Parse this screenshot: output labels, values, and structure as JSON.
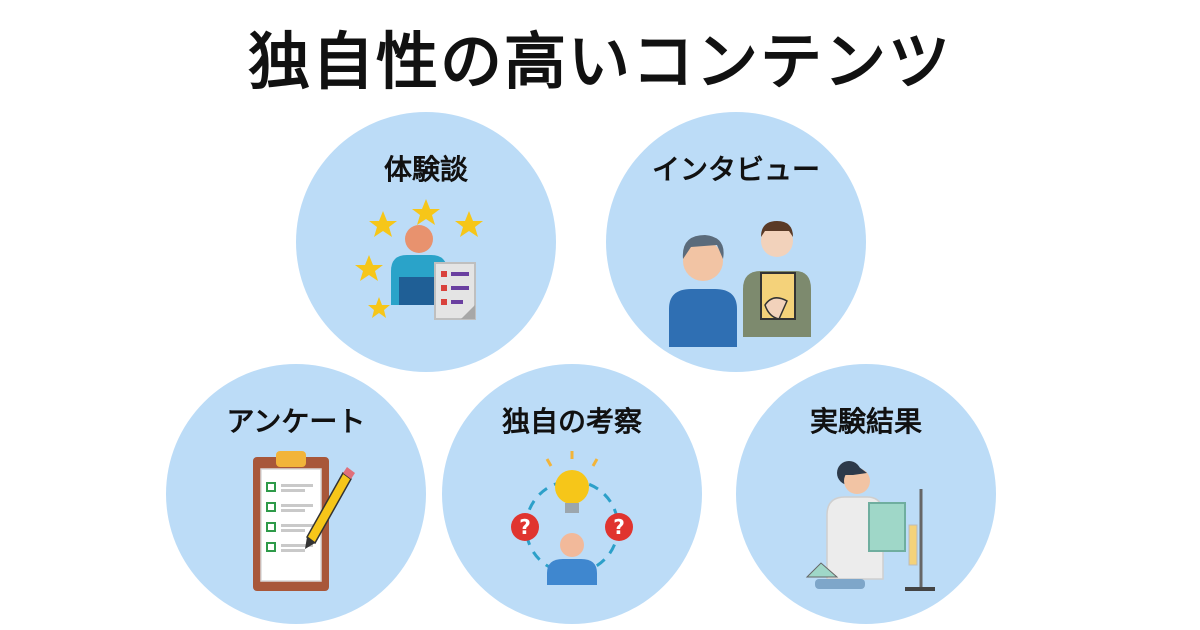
{
  "title": "独自性の高いコンテンツ",
  "colors": {
    "circle_bg": "#bcdcf7",
    "title_text": "#111111"
  },
  "items": [
    {
      "label": "体験談",
      "icon": "review-person-stars-icon"
    },
    {
      "label": "インタビュー",
      "icon": "interview-icon"
    },
    {
      "label": "アンケート",
      "icon": "clipboard-checklist-icon"
    },
    {
      "label": "独自の考察",
      "icon": "thinking-lightbulb-icon"
    },
    {
      "label": "実験結果",
      "icon": "scientist-experiment-icon"
    }
  ]
}
